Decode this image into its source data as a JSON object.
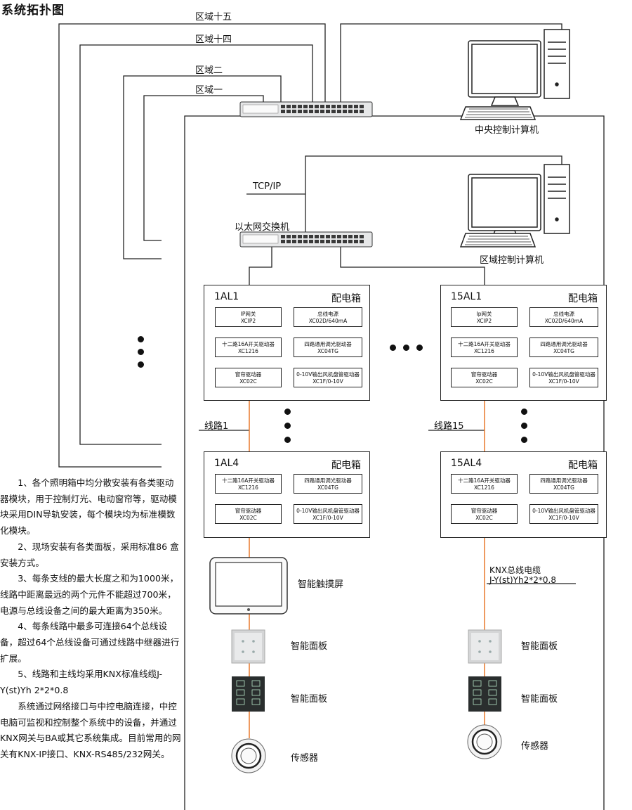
{
  "title": "系统拓扑图",
  "zones": [
    "区域十五",
    "区域十四",
    "区域二",
    "区域一"
  ],
  "central_pc_label": "中央控制计算机",
  "tcpip_label": "TCP/IP",
  "switch_label": "以太网交换机",
  "zone_pc_label": "区域控制计算机",
  "boxes": {
    "b1al1": {
      "id": "1AL1",
      "title": "配电箱"
    },
    "b15al1": {
      "id": "15AL1",
      "title": "配电箱"
    },
    "b1al4": {
      "id": "1AL4",
      "title": "配电箱"
    },
    "b15al4": {
      "id": "15AL4",
      "title": "配电箱"
    }
  },
  "modules": {
    "ip_gateway": {
      "name": "IP网关",
      "model": "XCIP2"
    },
    "ip_gateway_alt": {
      "name": "Ip网关",
      "model": "XCIP2"
    },
    "bus_power": {
      "name": "总线电源",
      "model": "XC02D/640mA"
    },
    "switch_driver": {
      "name": "十二路16A开关驱动器",
      "model": "XC1216"
    },
    "dimmer_driver": {
      "name": "四路通用调光驱动器",
      "model": "XC04TG"
    },
    "curtain_driver": {
      "name": "窗帘驱动器",
      "model": "XC02C"
    },
    "fan_driver": {
      "name": "0-10V输出风机盘管驱动器",
      "model": "XC1F/0-10V"
    }
  },
  "line1_label": "线路1",
  "line15_label": "线路15",
  "devices": {
    "touch_screen": "智能触摸屏",
    "panel": "智能面板",
    "sensor": "传感器"
  },
  "cable": {
    "name": "KNX总线电缆",
    "spec": "J-Y(st)Yh2*2*0.8"
  },
  "notes": [
    "1、各个照明箱中均分散安装有各类驱动器模块，用于控制灯光、电动窗帘等，驱动模块采用DIN导轨安装，每个模块均为标准模数化模块。",
    "2、现场安装有各类面板，采用标准86 盒安装方式。",
    "3、每条支线的最大长度之和为1000米，线路中距离最远的两个元件不能超过700米，电源与总线设备之间的最大距离为350米。",
    "4、每条线路中最多可连接64个总线设备，超过64个总线设备可通过线路中继器进行扩展。",
    "5、线路和主线均采用KNX标准线缆J-Y(st)Yh 2*2*0.8",
    "系统通过网络接口与中控电脑连接，中控电脑可监视和控制整个系统中的设备，并通过KNX网关与BA或其它系统集成。目前常用的网关有KNX-IP接口、KNX-RS485/232网关。"
  ],
  "colors": {
    "bus": "#e8792b",
    "line": "#222222",
    "panel_dark": "#2a2e2e",
    "panel_light": "#d9dadb"
  }
}
